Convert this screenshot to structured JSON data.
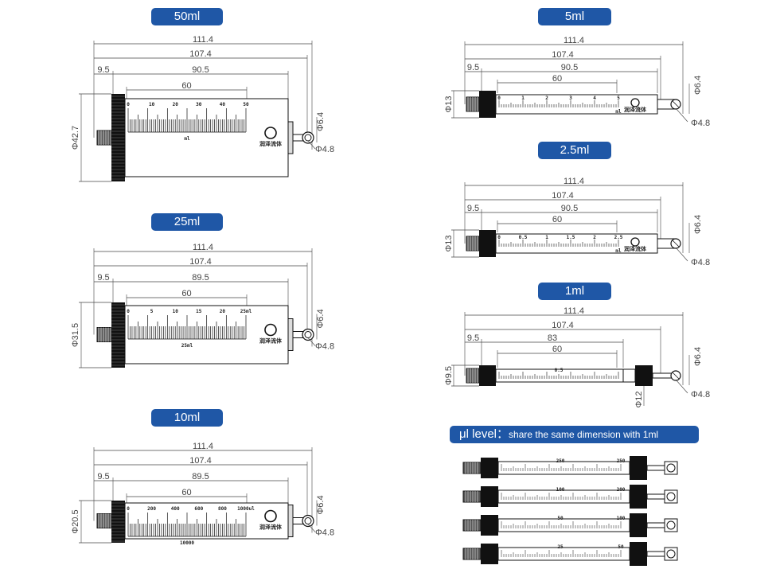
{
  "titles": {
    "ml50": "50ml",
    "ml25": "25ml",
    "ml10": "10ml",
    "ml5": "5ml",
    "ml2_5": "2.5ml",
    "ml1": "1ml",
    "ul_main": "μl level",
    "ul_sub": "share the same dimension with 1ml"
  },
  "colors": {
    "badge": "#1f57a6",
    "line": "#444444",
    "body": "#111111"
  },
  "icons": {
    "brand_logo": "swirl-logo-icon"
  },
  "brand_text": "润泽流体",
  "syringes": [
    {
      "id": "ml50",
      "dims": [
        "111.4",
        "107.4",
        "9.5",
        "90.5",
        "60"
      ],
      "diameter": "Φ42.7",
      "tip_d": "Φ6.4",
      "tip_small": "Φ4.8",
      "scale": [
        "0",
        "10",
        "20",
        "30",
        "40",
        "50"
      ],
      "unit_mark": "ml"
    },
    {
      "id": "ml25",
      "dims": [
        "111.4",
        "107.4",
        "9.5",
        "89.5",
        "60"
      ],
      "diameter": "Φ31.5",
      "tip_d": "Φ6.4",
      "tip_small": "Φ4.8",
      "scale": [
        "0",
        "5",
        "10",
        "15",
        "20",
        "25ml"
      ],
      "unit_mark": "25ml"
    },
    {
      "id": "ml10",
      "dims": [
        "111.4",
        "107.4",
        "9.5",
        "89.5",
        "60"
      ],
      "diameter": "Φ20.5",
      "tip_d": "Φ6.4",
      "tip_small": "Φ4.8",
      "scale": [
        "0",
        "200",
        "400",
        "600",
        "800",
        "1000ul"
      ],
      "unit_mark": "10000"
    },
    {
      "id": "ml5",
      "dims": [
        "111.4",
        "107.4",
        "9.5",
        "90.5",
        "60"
      ],
      "diameter": "Φ13",
      "tip_d": "Φ6.4",
      "tip_small": "Φ4.8",
      "scale": [
        "0",
        "1",
        "2",
        "3",
        "4",
        "5"
      ],
      "unit_mark": "ml"
    },
    {
      "id": "ml2_5",
      "dims": [
        "111.4",
        "107.4",
        "9.5",
        "90.5",
        "60"
      ],
      "diameter": "Φ13",
      "tip_d": "Φ6.4",
      "tip_small": "Φ4.8",
      "scale": [
        "0",
        "0.5",
        "1",
        "1.5",
        "2",
        "2.5"
      ],
      "unit_mark": "ml"
    },
    {
      "id": "ml1",
      "dims": [
        "111.4",
        "107.4",
        "9.5",
        "83",
        "60"
      ],
      "diameter": "Φ9.5",
      "tip_d": "Φ6.4",
      "tip_small": "Φ4.8",
      "hub_d": "Φ12",
      "scale_label": "0.5"
    }
  ],
  "ul_syringes": [
    {
      "left": "",
      "mid": "250",
      "right": "250"
    },
    {
      "left": "",
      "mid": "100",
      "right": "200"
    },
    {
      "left": "",
      "mid": "50",
      "right": "100"
    },
    {
      "left": "",
      "mid": "25",
      "right": "50"
    }
  ]
}
